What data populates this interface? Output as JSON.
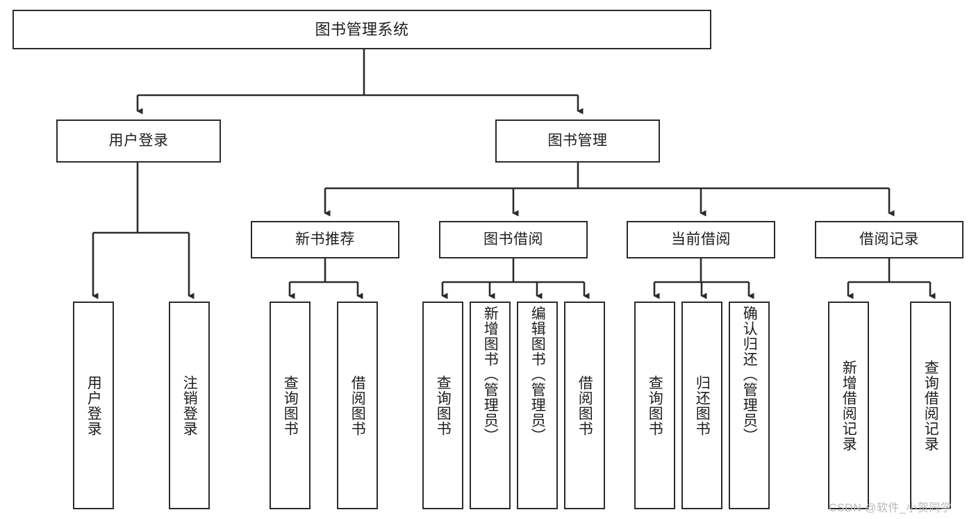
{
  "diagram": {
    "type": "tree-hierarchy",
    "title": "图书管理系统",
    "watermark": "CSDN @软件_小贺同学",
    "colors": {
      "box_border": "#2b2b2b",
      "box_fill": "#ffffff",
      "connector": "#2b2b2b",
      "background": "#ffffff",
      "watermark_text": "#b9b9b9"
    },
    "levels": {
      "level1": [
        "图书管理系统"
      ],
      "level2": [
        "用户登录",
        "图书管理"
      ],
      "level3": [
        "新书推荐",
        "图书借阅",
        "当前借阅",
        "借阅记录"
      ],
      "level4": [
        "用户登录",
        "注销登录",
        "查询图书",
        "借阅图书",
        "查询图书",
        "新增图书（管理员）",
        "编辑图书（管理员）",
        "借阅图书",
        "查询图书",
        "归还图书",
        "确认归还（管理员）",
        "新增借阅记录",
        "查询借阅记录"
      ]
    },
    "nodes": {
      "root": {
        "label": "图书管理系统"
      },
      "user_login": {
        "label": "用户登录"
      },
      "book_manage": {
        "label": "图书管理"
      },
      "new_book_rec": {
        "label": "新书推荐"
      },
      "book_borrow": {
        "label": "图书借阅"
      },
      "current_borrow": {
        "label": "当前借阅"
      },
      "borrow_record": {
        "label": "借阅记录"
      },
      "leaf_user_login": {
        "label": "用户登录"
      },
      "leaf_user_logout": {
        "label": "注销登录"
      },
      "leaf_rec_query": {
        "label": "查询图书"
      },
      "leaf_rec_borrow": {
        "label": "借阅图书"
      },
      "leaf_borrow_query": {
        "label": "查询图书"
      },
      "leaf_borrow_add": {
        "label": "新增图书（管理员）"
      },
      "leaf_borrow_edit": {
        "label": "编辑图书（管理员）"
      },
      "leaf_borrow_do": {
        "label": "借阅图书"
      },
      "leaf_cur_query": {
        "label": "查询图书"
      },
      "leaf_cur_return": {
        "label": "归还图书"
      },
      "leaf_cur_confirm": {
        "label": "确认归还（管理员）"
      },
      "leaf_rec_add": {
        "label": "新增借阅记录"
      },
      "leaf_rec_search": {
        "label": "查询借阅记录"
      }
    },
    "edges": [
      {
        "from": "图书管理系统",
        "to": "用户登录"
      },
      {
        "from": "图书管理系统",
        "to": "图书管理"
      },
      {
        "from": "用户登录",
        "to": "用户登录"
      },
      {
        "from": "用户登录",
        "to": "注销登录"
      },
      {
        "from": "图书管理",
        "to": "新书推荐"
      },
      {
        "from": "图书管理",
        "to": "图书借阅"
      },
      {
        "from": "图书管理",
        "to": "当前借阅"
      },
      {
        "from": "图书管理",
        "to": "借阅记录"
      },
      {
        "from": "新书推荐",
        "to": "查询图书"
      },
      {
        "from": "新书推荐",
        "to": "借阅图书"
      },
      {
        "from": "图书借阅",
        "to": "查询图书"
      },
      {
        "from": "图书借阅",
        "to": "新增图书（管理员）"
      },
      {
        "from": "图书借阅",
        "to": "编辑图书（管理员）"
      },
      {
        "from": "图书借阅",
        "to": "借阅图书"
      },
      {
        "from": "当前借阅",
        "to": "查询图书"
      },
      {
        "from": "当前借阅",
        "to": "归还图书"
      },
      {
        "from": "当前借阅",
        "to": "确认归还（管理员）"
      },
      {
        "from": "借阅记录",
        "to": "新增借阅记录"
      },
      {
        "from": "借阅记录",
        "to": "查询借阅记录"
      }
    ]
  }
}
